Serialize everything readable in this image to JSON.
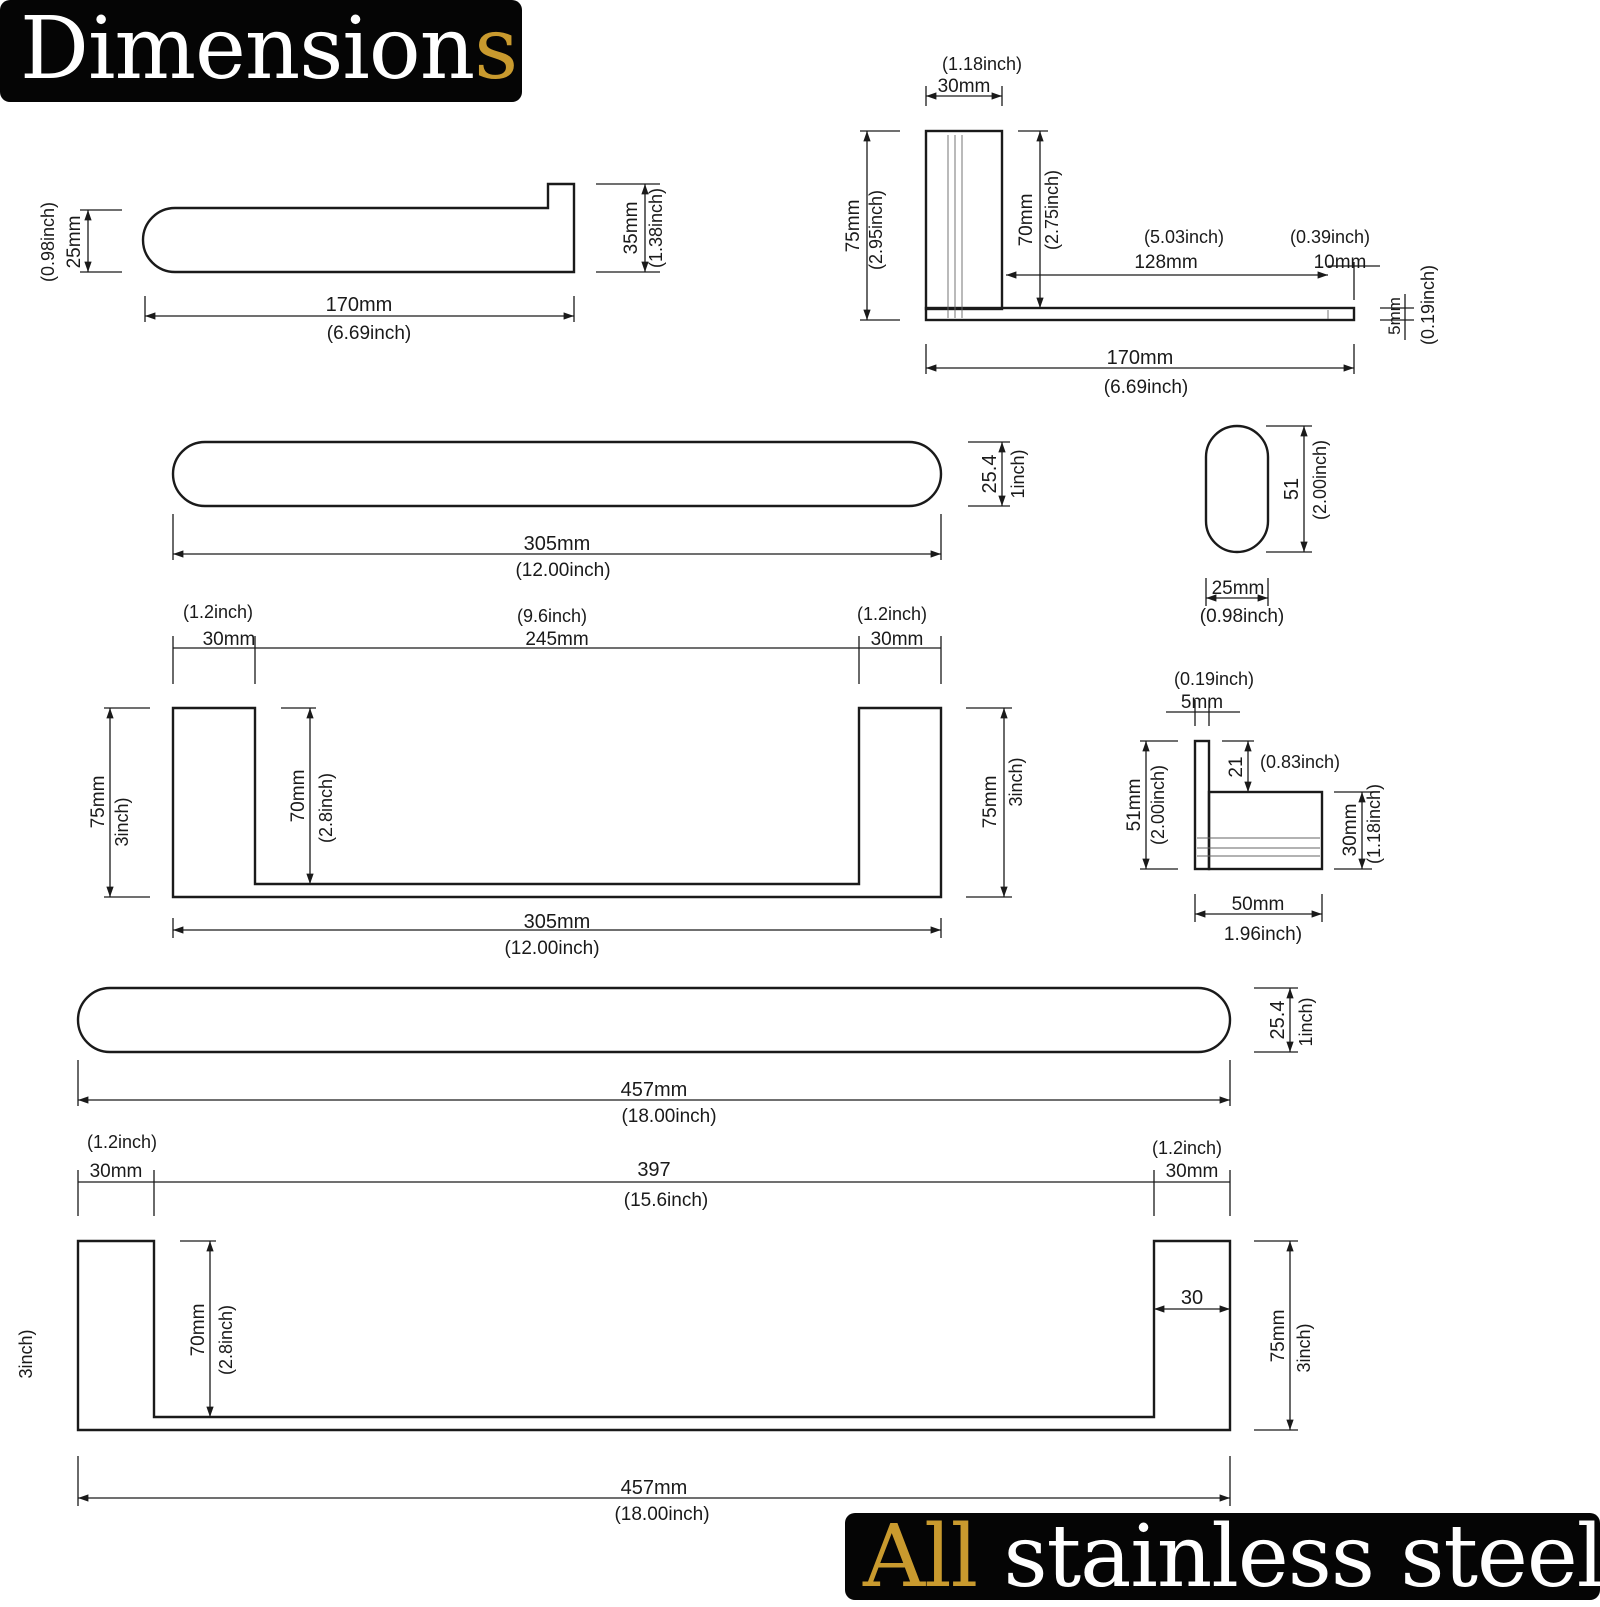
{
  "banners": {
    "title_main": "Dimension",
    "title_accent": "s",
    "footer_accent": "All",
    "footer_main": " stainless steel"
  },
  "dims": {
    "holder_height_in": "(0.98inch)",
    "holder_height_mm": "25mm",
    "holder_tip_mm": "35mm",
    "holder_tip_in": "(1.38inch)",
    "holder_len_mm": "170mm",
    "holder_len_in": "(6.69inch)",
    "hook_w_in": "(1.18inch)",
    "hook_w_mm": "30mm",
    "hook_h_mm": "75mm",
    "hook_h_in": "(2.95inch)",
    "hook_inner_mm": "70mm",
    "hook_inner_in": "(2.75inch)",
    "hook_arm_in": "(5.03inch)",
    "hook_arm_mm": "128mm",
    "hook_tip_in": "(0.39inch)",
    "hook_tip_mm": "10mm",
    "hook_thick_mm": "5mm",
    "hook_thick_in": "(0.19inch)",
    "hook_len_mm": "170mm",
    "hook_len_in": "(6.69inch)",
    "bar1_h": "25.4",
    "bar1_h_in": "1inch)",
    "bar1_len_mm": "305mm",
    "bar1_len_in": "(12.00inch)",
    "oval_h": "51",
    "oval_h_in": "(2.00inch)",
    "oval_w_mm": "25mm",
    "oval_w_in": "(0.98inch)",
    "bar2_left_in": "(1.2inch)",
    "bar2_left_mm": "30mm",
    "bar2_mid_in": "(9.6inch)",
    "bar2_mid_mm": "245mm",
    "bar2_right_in": "(1.2inch)",
    "bar2_right_mm": "30mm",
    "bar2_h_mm": "75mm",
    "bar2_h_in": "3inch)",
    "bar2_inner_mm": "70mm",
    "bar2_inner_in": "(2.8inch)",
    "bar2_rh_mm": "75mm",
    "bar2_rh_in": "3inch)",
    "bar2_len_mm": "305mm",
    "bar2_len_in": "(12.00inch)",
    "small_w_in": "(0.19inch)",
    "small_w_mm": "5mm",
    "small_h_mm": "51mm",
    "small_h_in": "(2.00inch)",
    "small_top": "21",
    "small_top_in": "(0.83inch)",
    "small_r_mm": "30mm",
    "small_r_in": "(1.18inch)",
    "small_len_mm": "50mm",
    "small_len_in": "1.96inch)",
    "bar3_h": "25.4",
    "bar3_h_in": "1inch)",
    "bar3_len_mm": "457mm",
    "bar3_len_in": "(18.00inch)",
    "bar4_left_in": "(1.2inch)",
    "bar4_left_mm": "30mm",
    "bar4_mid": "397",
    "bar4_mid_in": "(15.6inch)",
    "bar4_right_in": "(1.2inch)",
    "bar4_right_mm": "30mm",
    "bar4_left_h_in": "3inch)",
    "bar4_inner_mm": "70mm",
    "bar4_inner_in": "(2.8inch)",
    "bar4_arm": "30",
    "bar4_rh_mm": "75mm",
    "bar4_rh_in": "3inch)",
    "bar4_len_mm": "457mm",
    "bar4_len_in": "(18.00inch)"
  }
}
